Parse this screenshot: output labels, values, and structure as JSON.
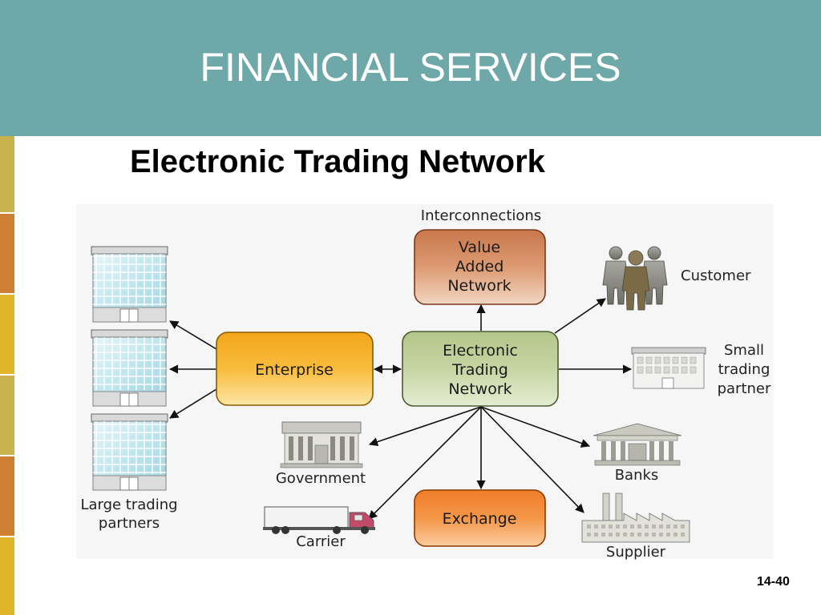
{
  "header": {
    "title": "FINANCIAL SERVICES"
  },
  "slide": {
    "subtitle": "Electronic Trading Network",
    "page_number": "14-40"
  },
  "diagram": {
    "interconnections_label": "Interconnections",
    "nodes": {
      "value_added_network": [
        "Value",
        "Added",
        "Network"
      ],
      "enterprise": "Enterprise",
      "electronic_trading_network": [
        "Electronic",
        "Trading",
        "Network"
      ],
      "exchange": "Exchange"
    },
    "labels": {
      "customer": "Customer",
      "small_trading_partner": [
        "Small",
        "trading",
        "partner"
      ],
      "banks": "Banks",
      "supplier": "Supplier",
      "government": "Government",
      "carrier": "Carrier",
      "large_trading_partners": [
        "Large trading",
        "partners"
      ]
    }
  },
  "colors": {
    "header": "#6fa8a8",
    "value_added_network": "#d08a62",
    "enterprise": "#f7b530",
    "electronic_trading_network": "#c3d3a0",
    "exchange": "#f3893a",
    "side_strip": [
      "#c9b24e",
      "#cf7f33",
      "#e3b52a",
      "#c9b24e",
      "#cf7f33",
      "#e3b52a"
    ]
  }
}
